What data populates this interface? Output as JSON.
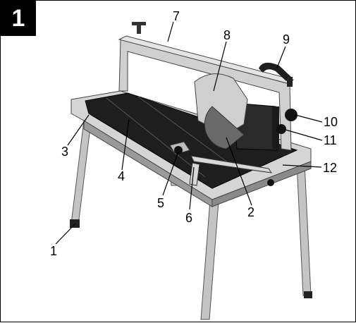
{
  "figure": {
    "number": "1"
  },
  "callouts": [
    "1",
    "2",
    "3",
    "4",
    "5",
    "6",
    "7",
    "8",
    "9",
    "10",
    "11",
    "12"
  ],
  "colors": {
    "ink": "#000000",
    "metal": "#c9c9c9",
    "dark": "#1e1e1e"
  }
}
